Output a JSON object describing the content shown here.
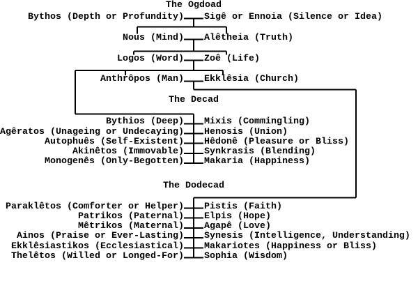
{
  "colors": {
    "background": "#ffffff",
    "line": "#000000",
    "text": "#000000"
  },
  "sections": [
    {
      "title": "The Ogdoad",
      "rows": [
        {
          "left": "Bythos (Depth or Profundity)",
          "right": "Sigê or Ennoia (Silence or Idea)"
        },
        {
          "left": "Nous (Mind)",
          "right": "Alêtheia (Truth)"
        },
        {
          "left": "Logos (Word)",
          "right": "Zoê (Life)"
        },
        {
          "left": "Anthrôpos (Man)",
          "right": "Ekklêsia (Church)"
        }
      ]
    },
    {
      "title": "The Decad",
      "rows": [
        {
          "left": "Bythios (Deep)",
          "right": "Mixis (Commingling)"
        },
        {
          "left": "Agêratos (Unageing or Undecaying)",
          "right": "Henosis (Union)"
        },
        {
          "left": "Autophuês (Self-Existent)",
          "right": "Hêdonê (Pleasure or Bliss)"
        },
        {
          "left": "Akinêtos (Immovable)",
          "right": "Synkrasis (Blending)"
        },
        {
          "left": "Monogenês (Only-Begotten)",
          "right": "Makaria (Happiness)"
        }
      ]
    },
    {
      "title": "The Dodecad",
      "rows": [
        {
          "left": "Paraklêtos (Comforter or Helper)",
          "right": "Pistis (Faith)"
        },
        {
          "left": "Patrikos (Paternal)",
          "right": "Elpis (Hope)"
        },
        {
          "left": "Mêtrikos (Maternal)",
          "right": "Agapê (Love)"
        },
        {
          "left": "Ainos (Praise or Ever-Lasting)",
          "right": "Synesis (Intelligence, Understanding)"
        },
        {
          "left": "Ekklêsiastikos (Ecclesiastical)",
          "right": "Makariotes (Happiness or Bliss)"
        },
        {
          "left": "Thelêtos (Willed or Longed-For)",
          "right": "Sophia (Wisdom)"
        }
      ]
    }
  ]
}
